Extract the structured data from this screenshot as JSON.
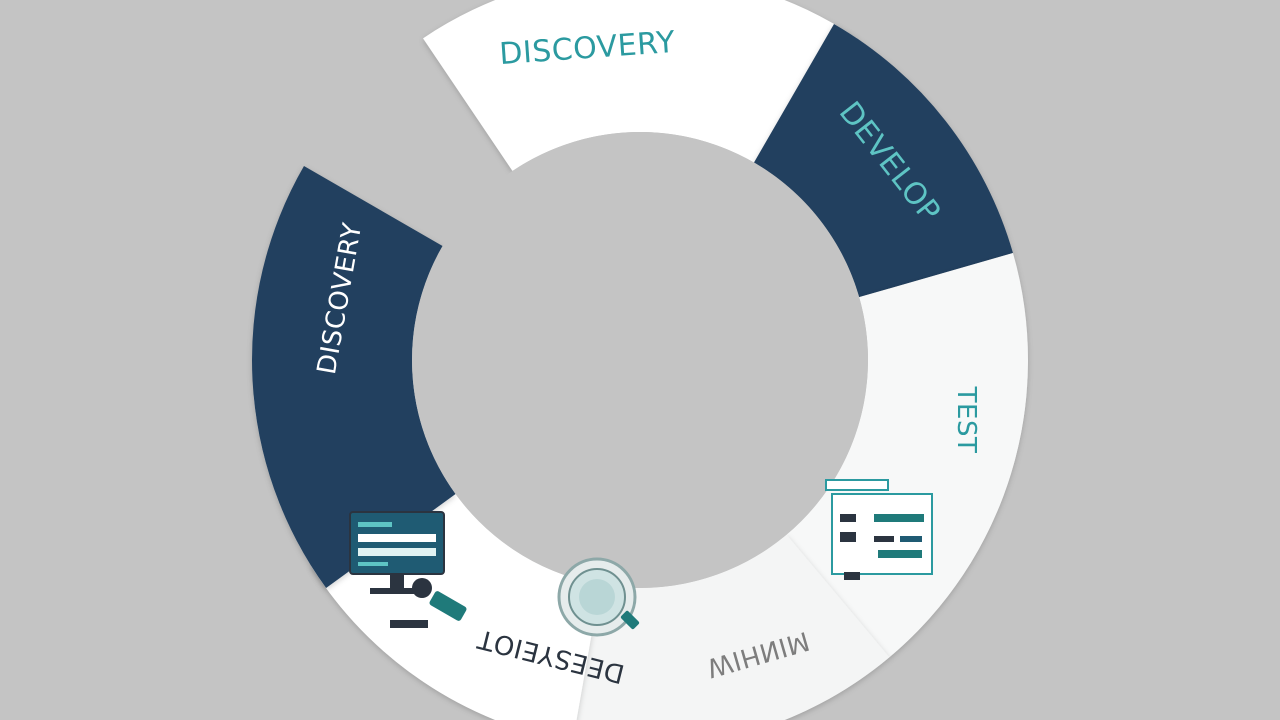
{
  "diagram": {
    "type": "cycle",
    "segments": [
      {
        "id": "top",
        "label": "DISCOVERY",
        "fill": "#ffffff",
        "text_color": "#2b9aa0"
      },
      {
        "id": "right-upper",
        "label": "DEVELOP",
        "fill": "#22405f",
        "text_color": "#5ec4c4"
      },
      {
        "id": "right-lower",
        "label": "TEST",
        "fill": "#f7f8f8",
        "text_color": "#2b9aa0"
      },
      {
        "id": "bottom-right",
        "label": "WIHNIM",
        "fill": "#f4f5f5",
        "text_color": "#7d7d7d"
      },
      {
        "id": "bottom-left",
        "label": "DEESYEIOT",
        "fill": "#ffffff",
        "text_color": "#2b3440"
      },
      {
        "id": "left",
        "label": "DISCOVERY",
        "fill": "#22405f",
        "text_color": "#ffffff"
      }
    ],
    "icons": [
      "computer-monitor-icon",
      "gear-magnifier-icon",
      "dashboard-window-icon"
    ]
  },
  "colors": {
    "background": "#c4c4c4",
    "navy": "#22405f",
    "teal": "#2b9aa0",
    "white": "#ffffff"
  }
}
